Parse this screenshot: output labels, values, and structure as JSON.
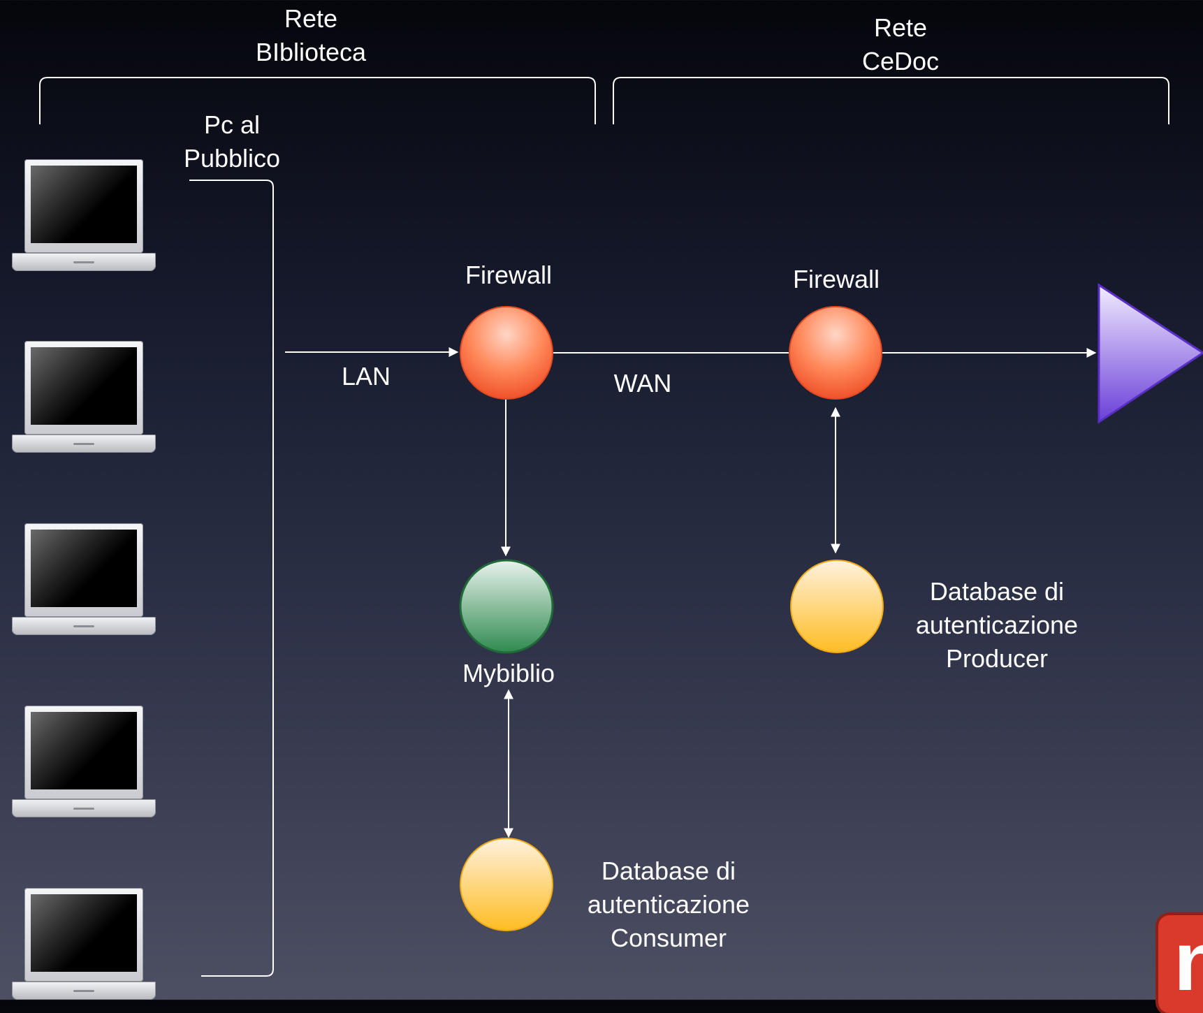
{
  "groups": {
    "biblioteca": "Rete\nBIblioteca",
    "cedoc": "Rete\nCeDoc"
  },
  "pcs_label": "Pc al\nPubblico",
  "nodes": {
    "firewall_1": "Firewall",
    "firewall_2": "Firewall",
    "mybiblio": "Mybiblio",
    "db_consumer": "Database di\nautenticazione\nConsumer",
    "db_producer": "Database di\nautenticazione\nProducer"
  },
  "links": {
    "lan": "LAN",
    "wan": "WAN"
  },
  "colors": {
    "firewall": "#f26a3c",
    "mybiblio": "#2f8a4f",
    "database": "#ffc233",
    "exit_arrow": "#7a4fe0",
    "lines": "#ffffff",
    "logo": "#d93a2b"
  },
  "laptop_count": 5,
  "logo_letter": "n"
}
